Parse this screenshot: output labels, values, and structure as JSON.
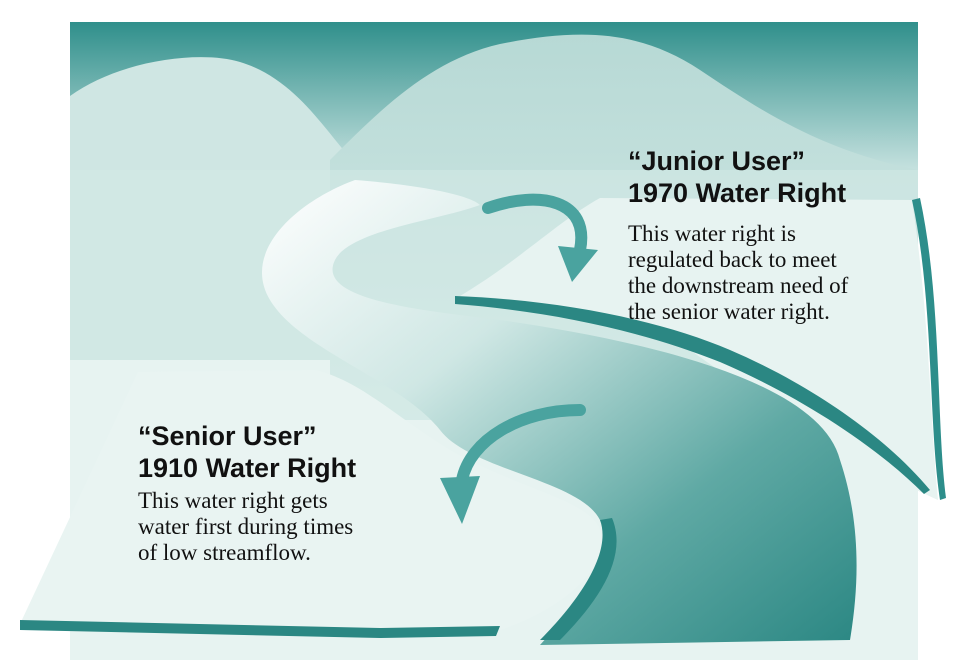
{
  "junior": {
    "title_line1": "“Junior User”",
    "title_line2": "1970 Water Right",
    "description": [
      "This water right is",
      "regulated back to meet",
      "the downstream need of",
      "the senior water right."
    ]
  },
  "senior": {
    "title_line1": "“Senior User”",
    "title_line2": "1910 Water Right",
    "description": [
      "This water right gets",
      "water first during times",
      "of low streamflow."
    ]
  },
  "colors": {
    "teal_dark": "#2d8e8b",
    "teal_mid": "#6db3ae",
    "teal_light": "#b9dad6",
    "teal_pale": "#d9ecea",
    "arrow": "#4aa39f"
  }
}
